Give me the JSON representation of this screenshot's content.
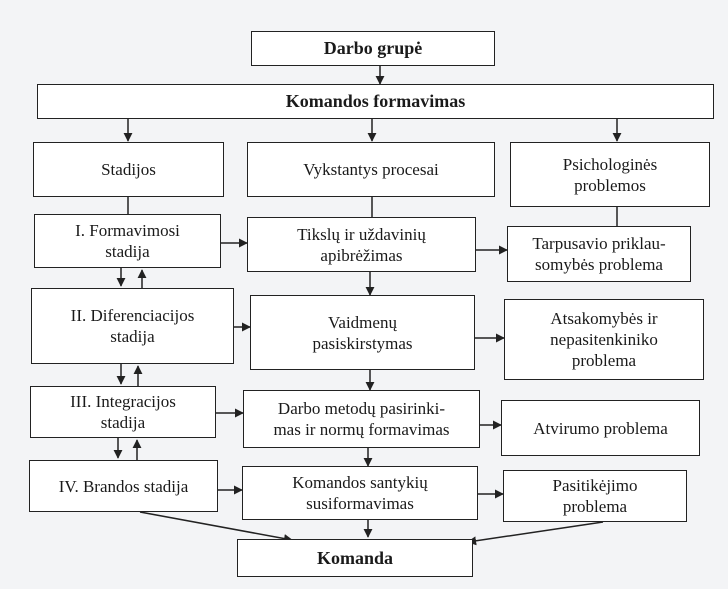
{
  "title": "Darbo grupė",
  "formation": "Komandos formavimas",
  "columns": {
    "stages": "Stadijos",
    "processes": "Vykstantys procesai",
    "problems": "Psichologinės\nproblemos"
  },
  "rows": [
    {
      "stage": "I. Formavimosi\nstadija",
      "process": "Tikslų ir uždavinių\napibrėžimas",
      "problem": "Tarpusavio priklau-\nsomybės problema"
    },
    {
      "stage": "II. Diferenciacijos\nstadija",
      "process": "Vaidmenų\npasiskirstymas",
      "problem": "Atsakomybės ir\nnepasitenkiniko\nproblema"
    },
    {
      "stage": "III. Integracijos\nstadija",
      "process": "Darbo metodų pasirinki-\nmas ir normų formavimas",
      "problem": "Atvirumo problema"
    },
    {
      "stage": "IV. Brandos stadija",
      "process": "Komandos santykių\nsusiformavimas",
      "problem": "Pasitikėjimo\nproblema"
    }
  ],
  "result": "Komanda"
}
